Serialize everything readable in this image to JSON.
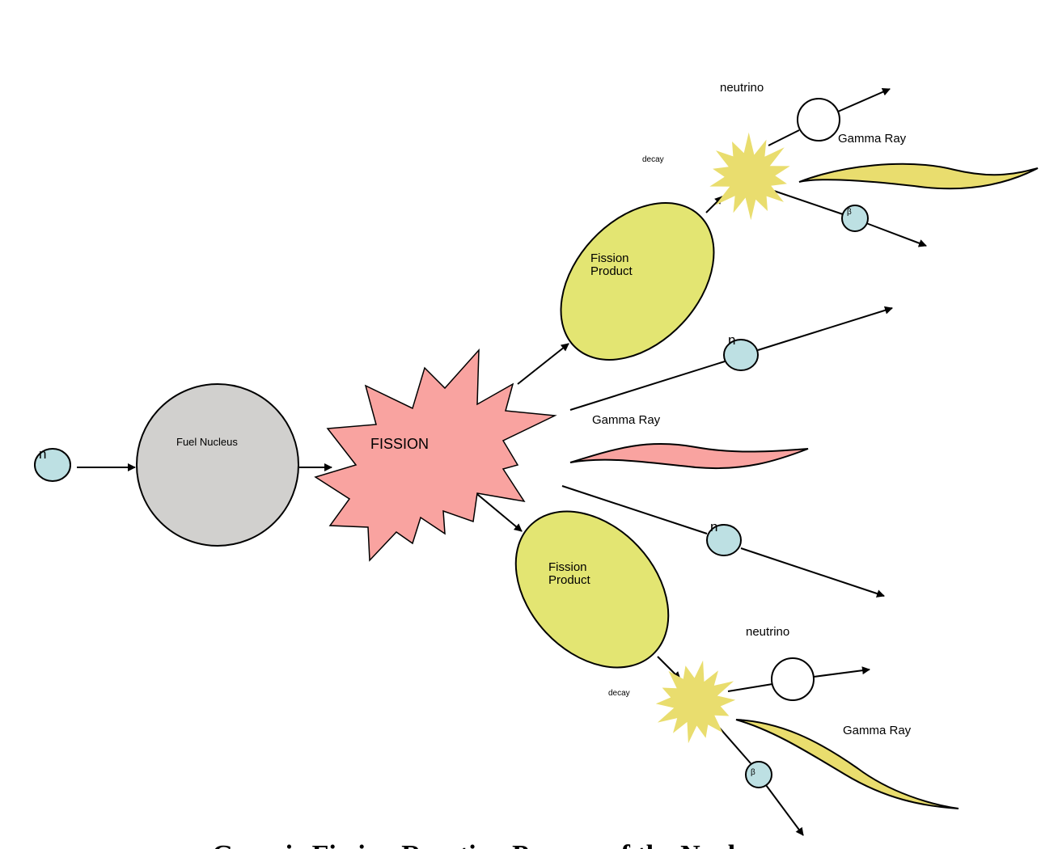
{
  "diagram": {
    "incoming_neutron": "n",
    "fuel_nucleus": "Fuel Nucleus",
    "fission": "FISSION",
    "fission_product_top": [
      "Fission",
      "Product"
    ],
    "fission_product_bottom": [
      "Fission",
      "Product"
    ],
    "decay_top": "decay",
    "decay_bottom": "decay",
    "neutrino_top": "neutrino",
    "neutrino_bottom": "neutrino",
    "gamma_top": "Gamma Ray",
    "gamma_middle": "Gamma Ray",
    "gamma_bottom": "Gamma Ray",
    "beta_top": "β",
    "beta_bottom": "β",
    "neutron_upper": "n",
    "neutron_lower": "n",
    "caption": "Generic Fission Reaction Process of the Nucleus"
  },
  "colors": {
    "neutron": "#bde0e3",
    "fuel": "#d1d0ce",
    "fission": "#f9a3a0",
    "product": "#e3e572",
    "decay": "#e9dd6e"
  }
}
